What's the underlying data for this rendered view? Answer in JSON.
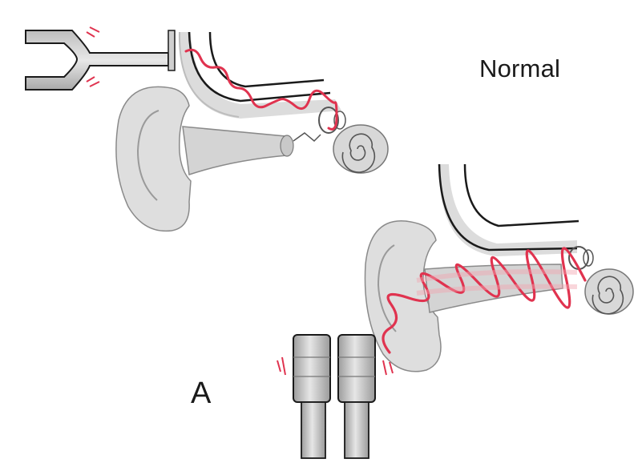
{
  "labels": {
    "condition": "Normal",
    "panel": "A"
  },
  "colors": {
    "sound_wave": "#e0334f",
    "anatomy_fill": "#d9d9d9",
    "outline": "#1a1a1a",
    "background": "#ffffff"
  },
  "illustrations": [
    {
      "name": "tuning-fork-air-conduction",
      "description_icon": "tuning-fork-icon"
    },
    {
      "name": "tuning-fork-bone-conduction",
      "description_icon": "tuning-fork-icon"
    }
  ]
}
